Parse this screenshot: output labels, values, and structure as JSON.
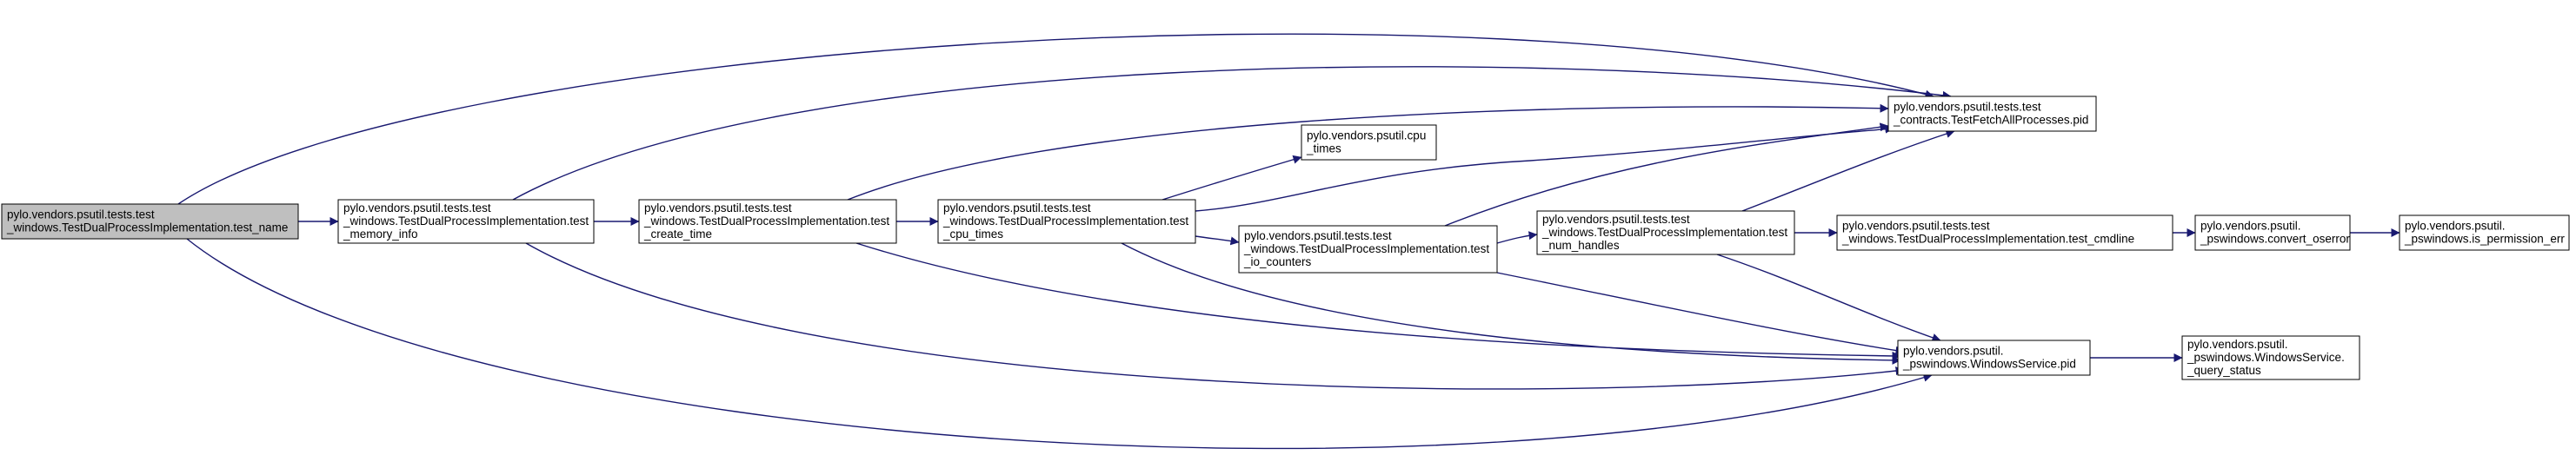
{
  "colors": {
    "edge": "#191970",
    "node_border": "#000000",
    "node_fill": "#ffffff",
    "root_fill": "#bfbfbf"
  },
  "nodes": [
    {
      "id": "test_name",
      "lines": [
        "pylo.vendors.psutil.tests.test",
        "_windows.TestDualProcessImplementation.test_name"
      ]
    },
    {
      "id": "memory_info",
      "lines": [
        "pylo.vendors.psutil.tests.test",
        "_windows.TestDualProcessImplementation.test",
        "_memory_info"
      ]
    },
    {
      "id": "create_time",
      "lines": [
        "pylo.vendors.psutil.tests.test",
        "_windows.TestDualProcessImplementation.test",
        "_create_time"
      ]
    },
    {
      "id": "cpu_times_test",
      "lines": [
        "pylo.vendors.psutil.tests.test",
        "_windows.TestDualProcessImplementation.test",
        "_cpu_times"
      ]
    },
    {
      "id": "psutil_cpu_times",
      "lines": [
        "pylo.vendors.psutil.cpu",
        "_times"
      ]
    },
    {
      "id": "io_counters",
      "lines": [
        "pylo.vendors.psutil.tests.test",
        "_windows.TestDualProcessImplementation.test",
        "_io_counters"
      ]
    },
    {
      "id": "num_handles",
      "lines": [
        "pylo.vendors.psutil.tests.test",
        "_windows.TestDualProcessImplementation.test",
        "_num_handles"
      ]
    },
    {
      "id": "contracts_pid",
      "lines": [
        "pylo.vendors.psutil.tests.test",
        "_contracts.TestFetchAllProcesses.pid"
      ]
    },
    {
      "id": "cmdline",
      "lines": [
        "pylo.vendors.psutil.tests.test",
        "_windows.TestDualProcessImplementation.test_cmdline"
      ]
    },
    {
      "id": "convert_oserror",
      "lines": [
        "pylo.vendors.psutil.",
        "_pswindows.convert_oserror"
      ]
    },
    {
      "id": "is_permission_err",
      "lines": [
        "pylo.vendors.psutil.",
        "_pswindows.is_permission_err"
      ]
    },
    {
      "id": "service_pid",
      "lines": [
        "pylo.vendors.psutil.",
        "_pswindows.WindowsService.pid"
      ]
    },
    {
      "id": "query_status",
      "lines": [
        "pylo.vendors.psutil.",
        "_pswindows.WindowsService.",
        "_query_status"
      ]
    }
  ],
  "edges": [
    [
      "test_name",
      "memory_info"
    ],
    [
      "test_name",
      "contracts_pid"
    ],
    [
      "test_name",
      "service_pid"
    ],
    [
      "memory_info",
      "create_time"
    ],
    [
      "memory_info",
      "contracts_pid"
    ],
    [
      "memory_info",
      "service_pid"
    ],
    [
      "create_time",
      "cpu_times_test"
    ],
    [
      "create_time",
      "contracts_pid"
    ],
    [
      "create_time",
      "service_pid"
    ],
    [
      "cpu_times_test",
      "psutil_cpu_times"
    ],
    [
      "cpu_times_test",
      "io_counters"
    ],
    [
      "cpu_times_test",
      "contracts_pid"
    ],
    [
      "cpu_times_test",
      "service_pid"
    ],
    [
      "io_counters",
      "num_handles"
    ],
    [
      "io_counters",
      "contracts_pid"
    ],
    [
      "io_counters",
      "service_pid"
    ],
    [
      "num_handles",
      "cmdline"
    ],
    [
      "num_handles",
      "contracts_pid"
    ],
    [
      "num_handles",
      "service_pid"
    ],
    [
      "cmdline",
      "convert_oserror"
    ],
    [
      "convert_oserror",
      "is_permission_err"
    ],
    [
      "service_pid",
      "query_status"
    ]
  ]
}
